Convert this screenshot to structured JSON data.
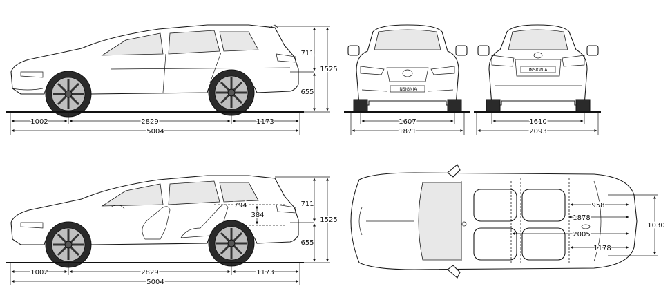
{
  "side_view": {
    "front_overhang": "1002",
    "wheelbase": "2829",
    "rear_overhang": "1173",
    "overall_length": "5004",
    "upper_height": "711",
    "lower_height": "655",
    "total_height": "1525"
  },
  "front_view": {
    "badge": "INSIGNIA",
    "front_track": "1607",
    "front_width": "1871"
  },
  "rear_view": {
    "badge": "INSIGNIA",
    "rear_track": "1610",
    "rear_width_mirrors": "2093"
  },
  "interior_view": {
    "front_overhang": "1002",
    "wheelbase": "2829",
    "rear_overhang": "1173",
    "overall_length": "5004",
    "upper_height": "711",
    "lower_height": "655",
    "total_height": "1525",
    "load_height_upper": "794",
    "load_height_lower": "384"
  },
  "top_view": {
    "load_length_short": "958",
    "load_length_seats_folded": "1878",
    "load_length_max": "2005",
    "load_floor_length": "1178",
    "load_width": "1030"
  }
}
